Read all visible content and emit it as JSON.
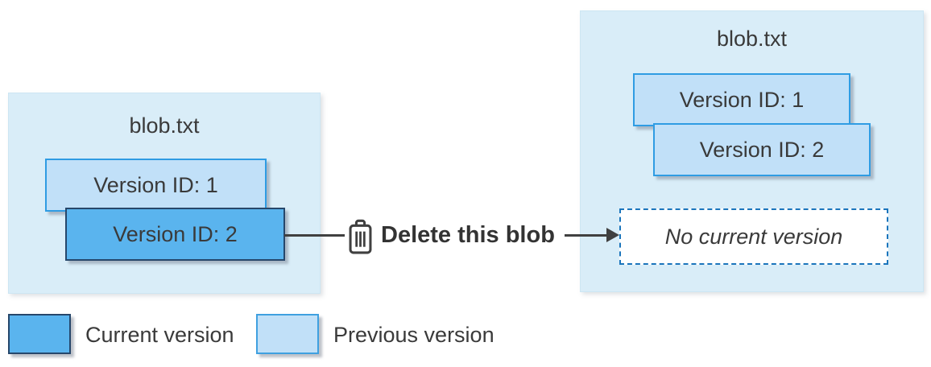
{
  "before_box": {
    "title": "blob.txt",
    "versions": [
      {
        "label": "Version ID: 1",
        "state": "previous"
      },
      {
        "label": "Version ID: 2",
        "state": "current"
      }
    ]
  },
  "action": {
    "icon": "trash-icon",
    "label": "Delete this blob"
  },
  "after_box": {
    "title": "blob.txt",
    "versions": [
      {
        "label": "Version ID: 1",
        "state": "previous"
      },
      {
        "label": "Version ID: 2",
        "state": "previous"
      }
    ],
    "no_current_label": "No current version"
  },
  "legend": {
    "items": [
      {
        "label": "Current version",
        "color": "#5ab4ee"
      },
      {
        "label": "Previous version",
        "color": "#c1e0f8"
      }
    ]
  },
  "colors": {
    "container_fill": "#d9edf8",
    "current_fill": "#5ab4ee",
    "current_border": "#26476b",
    "previous_fill": "#c1e0f8",
    "previous_border": "#2f9ce3",
    "dashed_border": "#1b75bc",
    "arrow": "#404040",
    "text": "#3a3a3a"
  }
}
